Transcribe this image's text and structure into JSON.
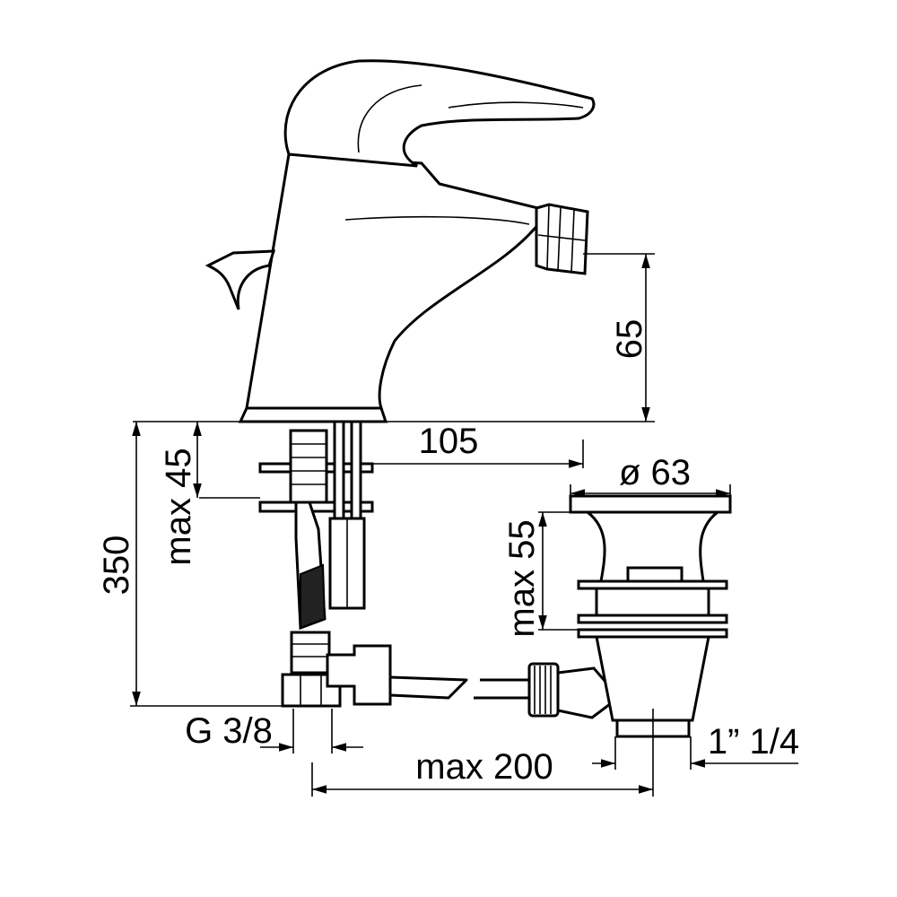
{
  "drawing": {
    "dimensions": {
      "spout_height": "65",
      "spout_reach": "105",
      "deck_thickness": "max 45",
      "hose_length": "350",
      "waste_diameter": "ø 63",
      "waste_deck": "max 55",
      "connection_thread": "G 3/8",
      "rod_length": "max 200",
      "waste_thread": "1” 1/4"
    }
  }
}
